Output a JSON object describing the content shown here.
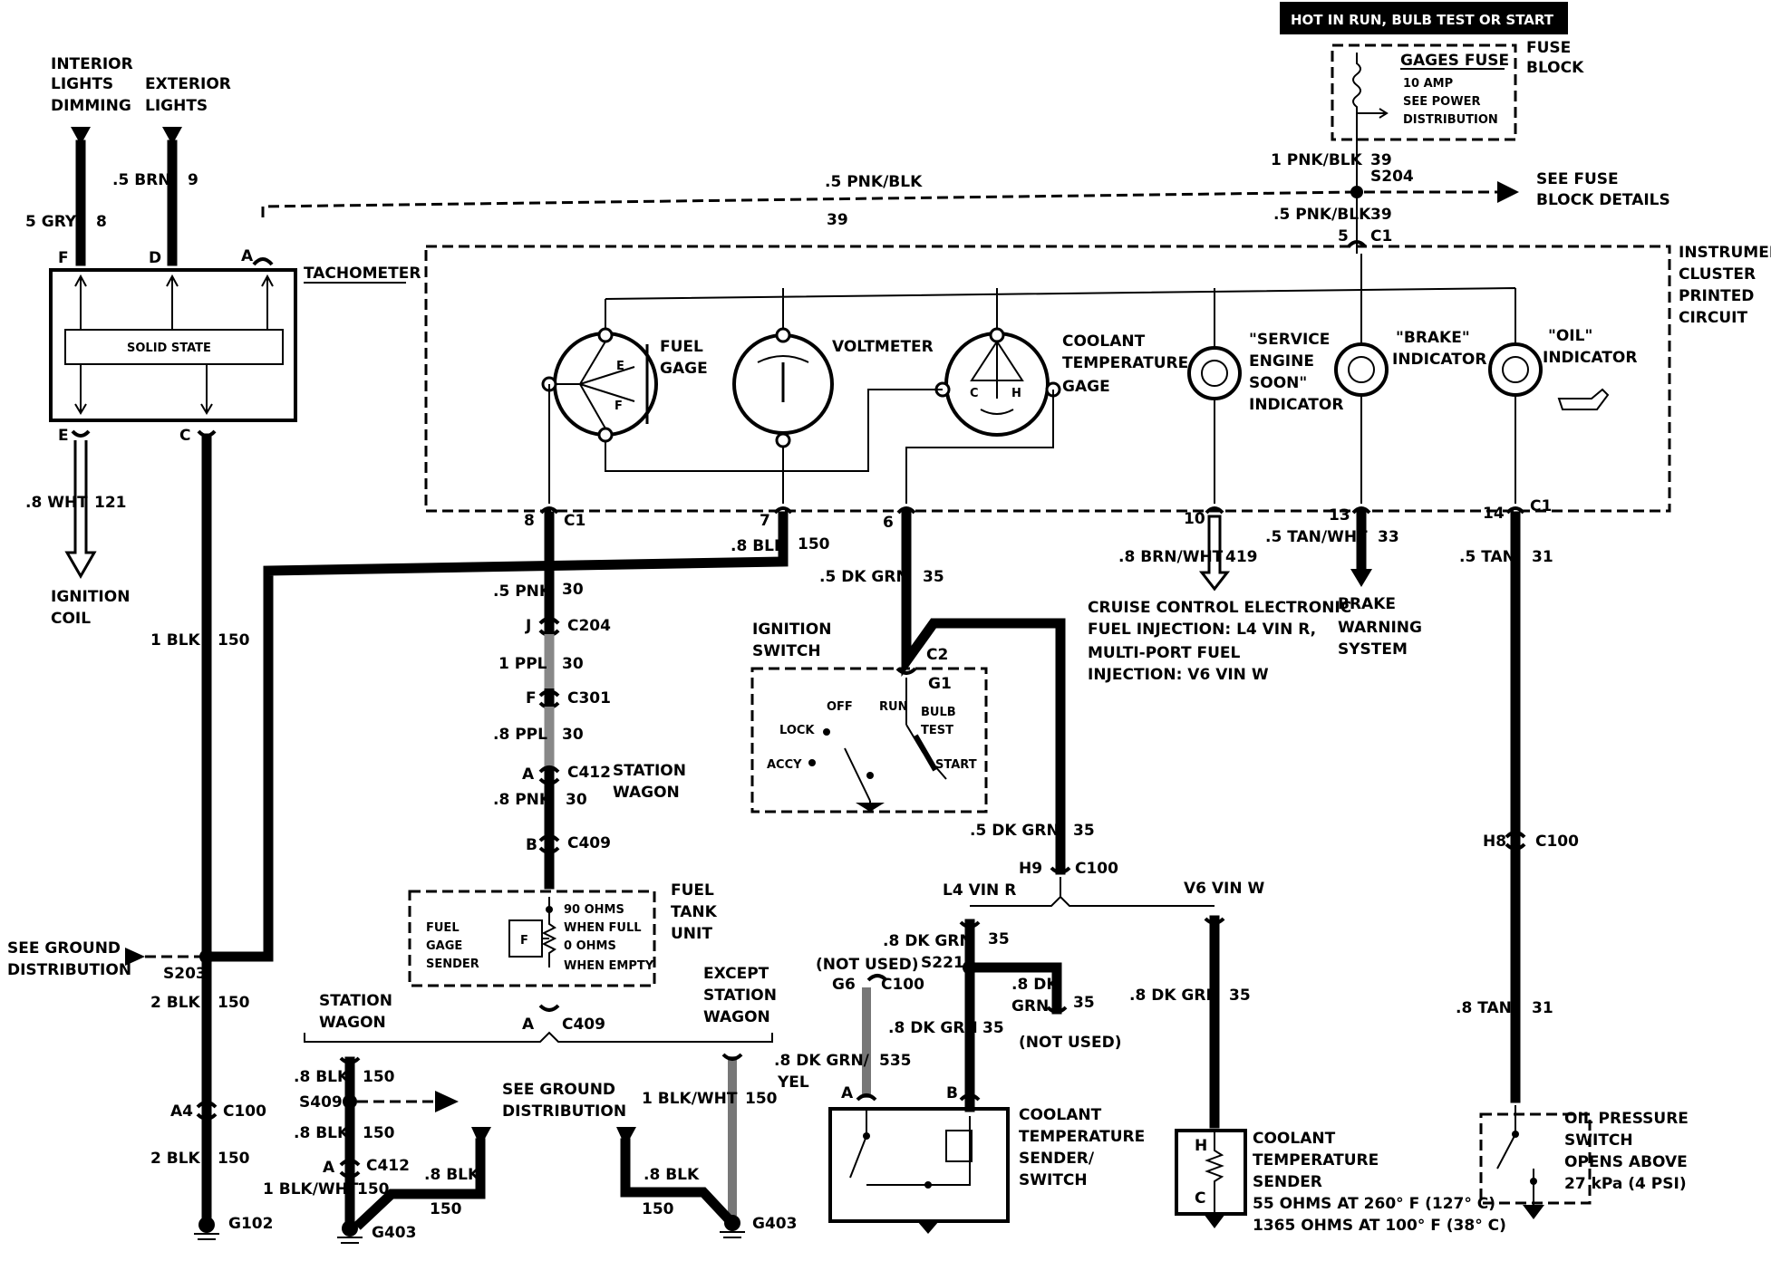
{
  "header": {
    "power_label": "HOT IN RUN, BULB TEST OR START"
  },
  "fuse_block": {
    "title": "GAGES FUSE",
    "amp": "10 AMP",
    "see_power_1": "SEE POWER",
    "see_power_2": "DISTRIBUTION",
    "block_1": "FUSE",
    "block_2": "BLOCK"
  },
  "top_inputs": {
    "interior_1": "INTERIOR",
    "interior_2": "LIGHTS",
    "interior_3": "DIMMING",
    "exterior_1": "EXTERIOR",
    "exterior_2": "LIGHTS",
    "wire_gry": "5 GRY",
    "wire_gry_num": "8",
    "wire_brn": ".5 BRN",
    "wire_brn_num": "9",
    "pin_f": "F",
    "pin_d": "D",
    "pin_a": "A"
  },
  "tach": {
    "title": "TACHOMETER",
    "solid_state": "SOLID STATE",
    "pin_e": "E",
    "pin_c": "C",
    "wire_121": ".8 WHT",
    "wire_121_num": "121",
    "ignition_1": "IGNITION",
    "ignition_2": "COIL",
    "wire_150": "1 BLK",
    "wire_150_num": "150"
  },
  "feed": {
    "wire_top": ".5 PNK/BLK",
    "wire_top_num": "39",
    "fuse_wire": "1 PNK/BLK",
    "fuse_wire_num": "39",
    "splice": "S204",
    "see_fuse_1": "SEE FUSE",
    "see_fuse_2": "BLOCK DETAILS",
    "cluster_wire": ".5 PNK/BLK",
    "cluster_wire_num": "39",
    "cluster_pin": "5",
    "cluster_conn": "C1"
  },
  "cluster": {
    "title_1": "INSTRUMENT",
    "title_2": "CLUSTER",
    "title_3": "PRINTED",
    "title_4": "CIRCUIT",
    "fuel_1": "FUEL",
    "fuel_2": "GAGE",
    "volt": "VOLTMETER",
    "cool_1": "COOLANT",
    "cool_2": "TEMPERATURE",
    "cool_3": "GAGE",
    "ses_1": "\"SERVICE",
    "ses_2": "ENGINE",
    "ses_3": "SOON\"",
    "ses_4": "INDICATOR",
    "brake_1": "\"BRAKE\"",
    "brake_2": "INDICATOR",
    "oil_1": "\"OIL\"",
    "oil_2": "INDICATOR",
    "gauge_e": "E",
    "gauge_f": "F",
    "gauge_c": "C",
    "gauge_h": "H"
  },
  "cluster_pins": {
    "p8": "8",
    "p7": "7",
    "p6": "6",
    "p10": "10",
    "p13": "13",
    "p14": "14",
    "c1a": "C1",
    "c1b": "C1"
  },
  "fuel_circuit": {
    "w1": ".5 PNK",
    "w1n": "30",
    "blk": ".8 BLK",
    "blkn": "150",
    "pin_j": "J",
    "c204": "C204",
    "w2": "1 PPL",
    "w2n": "30",
    "pin_f": "F",
    "c301": "C301",
    "w3": ".8 PPL",
    "w3n": "30",
    "pin_a": "A",
    "c412": "C412",
    "sw_1": "STATION",
    "sw_2": "WAGON",
    "w4": ".8 PNK",
    "w4n": "30",
    "pin_b": "B",
    "c409": "C409",
    "sender_1": "FUEL",
    "sender_2": "GAGE",
    "sender_3": "SENDER",
    "sender_f": "F",
    "ohms_1": "90 OHMS",
    "ohms_2": "WHEN FULL",
    "ohms_3": "0 OHMS",
    "ohms_4": "WHEN EMPTY",
    "unit_1": "FUEL",
    "unit_2": "TANK",
    "unit_3": "UNIT"
  },
  "ignition": {
    "w1": ".5 DK GRN",
    "w1n": "35",
    "title_1": "IGNITION",
    "title_2": "SWITCH",
    "c2": "C2",
    "g1": "G1",
    "off": "OFF",
    "run": "RUN",
    "lock": "LOCK",
    "bulb_1": "BULB",
    "bulb_2": "TEST",
    "accy": "ACCY",
    "start": "START",
    "w2": ".5 DK GRN",
    "w2n": "35",
    "h9": "H9",
    "c100": "C100",
    "l4": "L4 VIN R",
    "v6": "V6 VIN W"
  },
  "right_outputs": {
    "ses_wire": ".8 BRN/WHT",
    "ses_wire_num": "419",
    "cruise_1": "CRUISE CONTROL ELECTRONIC",
    "cruise_2": "FUEL INJECTION: L4 VIN R,",
    "cruise_3": "MULTI-PORT FUEL",
    "cruise_4": "INJECTION:  V6 VIN W",
    "brake_wire": ".5 TAN/WHT",
    "brake_wire_num": "33",
    "brake_1": "BRAKE",
    "brake_2": "WARNING",
    "brake_3": "SYSTEM",
    "oil_wire": ".5 TAN",
    "oil_wire_num": "31",
    "h8": "H8",
    "c100": "C100",
    "oil_wire2": ".8 TAN",
    "oil_wire2_num": "31",
    "ops_1": "OIL PRESSURE",
    "ops_2": "SWITCH",
    "ops_3": "OPENS ABOVE",
    "ops_4": "27 kPa (4 PSI)"
  },
  "l4_branch": {
    "w1": ".8 DK GRN",
    "w1n": "35",
    "not_used": "(NOT USED)",
    "g6": "G6",
    "c100": "C100",
    "s221": "S221",
    "w2a": ".8 DK",
    "w2b": "GRN",
    "w2n": "35",
    "not_used2": "(NOT USED)",
    "w3": ".8 DK GRN",
    "w3n": "35",
    "w4": ".8 DK GRN/",
    "w4b": "YEL",
    "w4n": "535",
    "pin_a": "A",
    "pin_b": "B",
    "cts_1": "COOLANT",
    "cts_2": "TEMPERATURE",
    "cts_3": "SENDER/",
    "cts_4": "SWITCH"
  },
  "v6_branch": {
    "w1": ".8 DK GRN",
    "w1n": "35",
    "cts_1": "COOLANT",
    "cts_2": "TEMPERATURE",
    "cts_3": "SENDER",
    "ohms_1": "55 OHMS AT 260° F (127° C)",
    "ohms_2": "1365 OHMS AT 100° F (38° C)",
    "h": "H",
    "c": "C"
  },
  "ground": {
    "see_1": "SEE GROUND",
    "see_2": "DISTRIBUTION",
    "s203": "S203",
    "w1": "2 BLK",
    "w1n": "150",
    "a4": "A4",
    "c100": "C100",
    "w2": "2 BLK",
    "w2n": "150",
    "g102": "G102",
    "sw_1": "STATION",
    "sw_2": "WAGON",
    "pin_a": "A",
    "c409": "C409",
    "ex_1": "EXCEPT",
    "ex_2": "STATION",
    "ex_3": "WAGON",
    "w3": ".8 BLK",
    "w3n": "150",
    "s409": "S409",
    "see2_1": "SEE GROUND",
    "see2_2": "DISTRIBUTION",
    "w4": ".8 BLK",
    "w4n": "150",
    "pin_a2": "A",
    "c412": "C412",
    "w5": "1 BLK/WHT",
    "w5n": "150",
    "w6": ".8 BLK",
    "w6n": "150",
    "g403a": "G403",
    "w7": "1 BLK/WHT",
    "w7n": "150",
    "w8": ".8 BLK",
    "w8n": "150",
    "g403b": "G403"
  }
}
